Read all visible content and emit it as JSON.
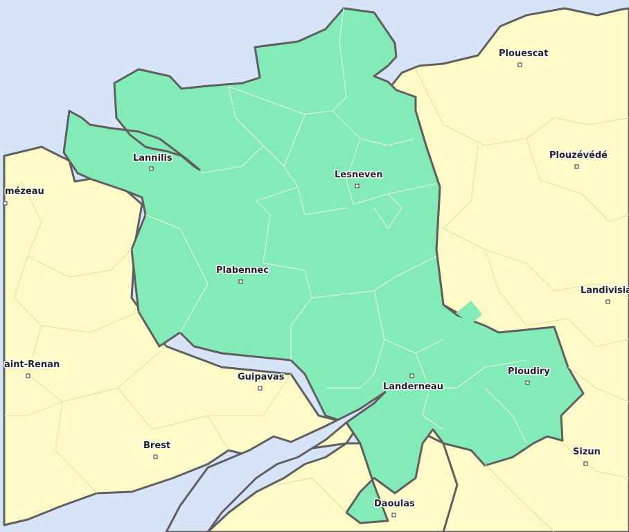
{
  "map": {
    "colors": {
      "sea": "#d7e4f8",
      "land": "#fffac8",
      "highlight": "#82ebb8",
      "coast": "#5f5f5f",
      "land_border": "#e6dea4",
      "highlight_border": "#e9f7d8"
    },
    "towns": [
      {
        "id": "plouescat",
        "label": "Plouescat"
      },
      {
        "id": "plouzevede",
        "label": "Plouzévédé"
      },
      {
        "id": "lannilis",
        "label": "Lannilis"
      },
      {
        "id": "lesneven",
        "label": "Lesneven"
      },
      {
        "id": "plouguerneau-mezeau",
        "label": "mézeau"
      },
      {
        "id": "plabennec",
        "label": "Plabennec"
      },
      {
        "id": "landivisiau",
        "label": "Landivisia"
      },
      {
        "id": "saint-renan",
        "label": "aint-Renan"
      },
      {
        "id": "guipavas",
        "label": "Guipavas"
      },
      {
        "id": "landerneau",
        "label": "Landerneau"
      },
      {
        "id": "ploudiry",
        "label": "Ploudiry"
      },
      {
        "id": "brest",
        "label": "Brest"
      },
      {
        "id": "sizun",
        "label": "Sizun"
      },
      {
        "id": "daoulas",
        "label": "Daoulas"
      }
    ]
  }
}
